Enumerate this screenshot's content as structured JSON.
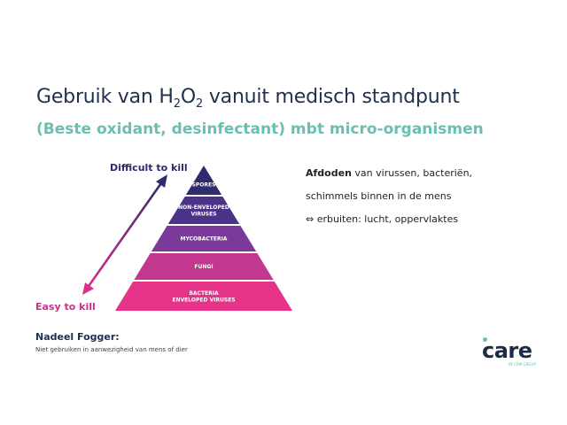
{
  "slide": {
    "title_before": "Gebruik van H",
    "title_sub1": "2",
    "title_mid": "O",
    "title_sub2": "2",
    "title_after": " vanuit medisch standpunt",
    "subtitle": "(Beste oxidant, desinfectant) mbt micro-organismen"
  },
  "pyramid": {
    "top_label": "Difficult to kill",
    "bottom_label": "Easy to kill",
    "tiers": [
      {
        "lines": [
          "SPORES"
        ],
        "color": "#2e2b6e"
      },
      {
        "lines": [
          "NON-ENVELOPED",
          "VIRUSES"
        ],
        "color": "#4b3388"
      },
      {
        "lines": [
          "MYCOBACTERIA"
        ],
        "color": "#7a3a9a"
      },
      {
        "lines": [
          "FUNGI"
        ],
        "color": "#c2378f"
      },
      {
        "lines": [
          "BACTERIA",
          "ENVELOPED VIRUSES"
        ],
        "color": "#e5338a"
      }
    ]
  },
  "right": {
    "line1_bold": "Afdoden",
    "line1_rest": " van virussen, bacteriën,",
    "line2": "schimmels binnen in de mens",
    "line3": "⇔ erbuiten: lucht, oppervlaktes"
  },
  "note": {
    "title": "Nadeel Fogger:",
    "text": "Niet gebruiken in aanwezigheid van mens of dier"
  },
  "logo": {
    "word": "care",
    "sub": "BY CRM GROUP"
  }
}
